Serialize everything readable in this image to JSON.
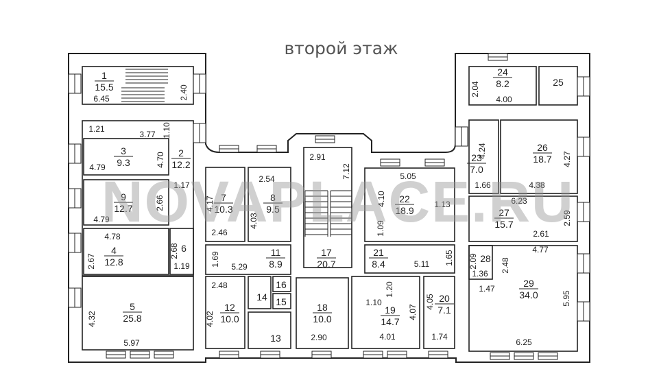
{
  "title": "второй этаж",
  "watermark": "NOVAPLACE.RU",
  "rooms": {
    "r1": {
      "n": "1",
      "a": "15.5",
      "d": [
        "6.45",
        "2.40"
      ]
    },
    "r2": {
      "n": "2",
      "a": "12.2",
      "d": [
        "1.21",
        "3.77",
        "1.10",
        "1.17"
      ]
    },
    "r3": {
      "n": "3",
      "a": "9.3",
      "d": [
        "4.79",
        "4.70"
      ]
    },
    "r4": {
      "n": "4",
      "a": "12.8",
      "d": [
        "4.78",
        "2.67"
      ]
    },
    "r5": {
      "n": "5",
      "a": "25.8",
      "d": [
        "4.32",
        "5.97"
      ]
    },
    "r6": {
      "n": "6",
      "d": [
        "2.68",
        "1.19"
      ]
    },
    "r7": {
      "n": "7",
      "a": "10.3",
      "d": [
        "4.17",
        "2.46"
      ]
    },
    "r8": {
      "n": "8",
      "a": "9.5",
      "d": [
        "2.54",
        "4.03"
      ]
    },
    "r9": {
      "n": "9",
      "a": "12.7",
      "d": [
        "4.79",
        "2.66"
      ]
    },
    "r11": {
      "n": "11",
      "a": "8.9",
      "d": [
        "1.69",
        "5.29"
      ]
    },
    "r12": {
      "n": "12",
      "a": "10.0",
      "d": [
        "2.48",
        "4.02"
      ]
    },
    "r13": {
      "n": "13"
    },
    "r14": {
      "n": "14"
    },
    "r15": {
      "n": "15"
    },
    "r16": {
      "n": "16"
    },
    "r17": {
      "n": "17",
      "a": "20.7",
      "d": [
        "2.91",
        "7.12"
      ]
    },
    "r18": {
      "n": "18",
      "a": "10.0",
      "d": [
        "2.90"
      ]
    },
    "r19": {
      "n": "19",
      "a": "14.7",
      "d": [
        "1.20",
        "1.10",
        "4.07",
        "4.01"
      ]
    },
    "r20": {
      "n": "20",
      "a": "7.1",
      "d": [
        "4.05",
        "1.74"
      ]
    },
    "r21": {
      "n": "21",
      "a": "8.4",
      "d": [
        "5.11",
        "1.65"
      ]
    },
    "r22": {
      "n": "22",
      "a": "18.9",
      "d": [
        "5.05",
        "4.10",
        "1.13",
        "1.09"
      ]
    },
    "r23": {
      "n": "23",
      "a": "7.0",
      "d": [
        "4.24",
        "1.66"
      ]
    },
    "r24": {
      "n": "24",
      "a": "8.2",
      "d": [
        "2.04",
        "4.00"
      ]
    },
    "r25": {
      "n": "25"
    },
    "r26": {
      "n": "26",
      "a": "18.7",
      "d": [
        "4.27",
        "4.38"
      ]
    },
    "r27": {
      "n": "27",
      "a": "15.7",
      "d": [
        "6.23",
        "2.59",
        "2.61"
      ]
    },
    "r28": {
      "n": "28",
      "d": [
        "2.09",
        "1.36",
        "2.48",
        "4.77"
      ]
    },
    "r29": {
      "n": "29",
      "a": "34.0",
      "d": [
        "1.47",
        "5.95",
        "6.25"
      ]
    }
  }
}
